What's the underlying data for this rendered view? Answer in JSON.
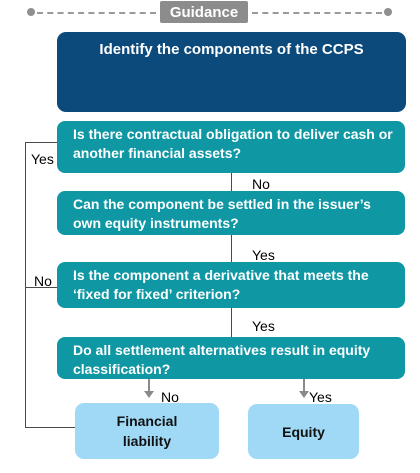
{
  "header": {
    "badge": "Guidance"
  },
  "title": "Identify the components of the CCPS",
  "questions": [
    "Is there contractual obligation to deliver cash or another financial assets?",
    "Can the component be settled in the issuer’s own equity instruments?",
    "Is the component a derivative that meets the ‘fixed for fixed’ criterion?",
    "Do all settlement alternatives result in equity classification?"
  ],
  "labels": {
    "q1_side": "Yes",
    "q1_down": "No",
    "q2_down": "Yes",
    "q3_side": "No",
    "q3_down": "Yes",
    "q4_left": "No",
    "q4_right": "Yes"
  },
  "outcomes": {
    "financial_liability": "Financial liability",
    "equity": "Equity"
  },
  "colors": {
    "title_box": "#0d4a7c",
    "question_box": "#0f97a4",
    "outcome_box": "#9fd9f5",
    "badge": "#8c8c8c"
  }
}
